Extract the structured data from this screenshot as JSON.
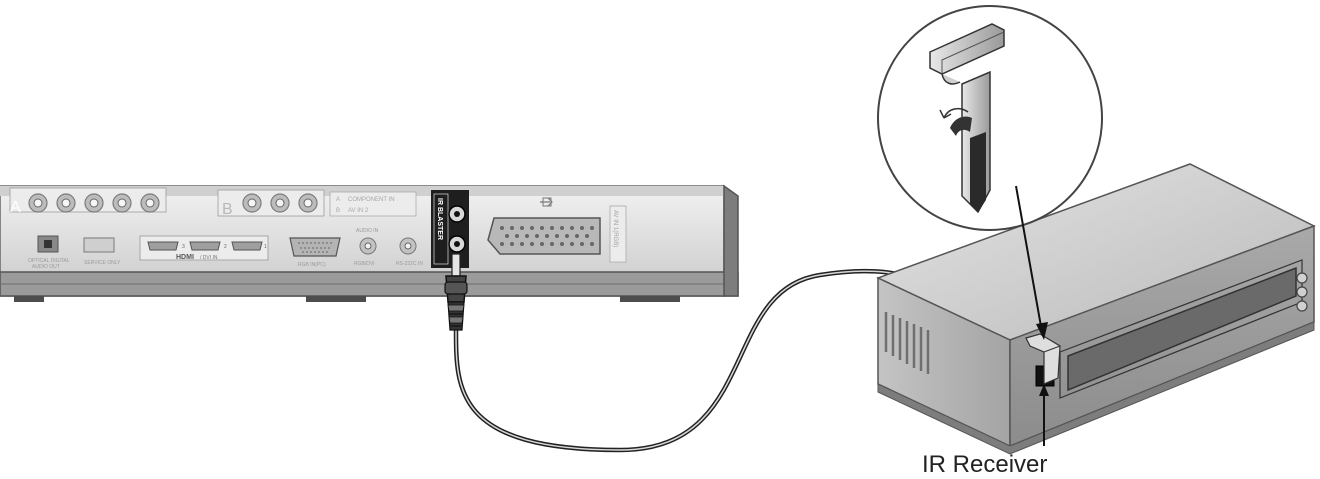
{
  "callout": {
    "label": "IR Receiver"
  },
  "tv_panel": {
    "section_a": "A",
    "section_b": "B",
    "component_a": "A",
    "component_b": "B",
    "component_in": "COMPONENT IN",
    "av_in_2": "AV IN 2",
    "ir_blaster": "IR BLASTER",
    "av_in_1": "AV IN 1(RGB)",
    "optical": "OPTICAL DIGITAL",
    "optical_sub": "AUDIO OUT",
    "service_only": "SERVICE ONLY",
    "hdmi_logo": "HDMI",
    "dvi_in": "/ DVI IN",
    "hdmi_1": "1",
    "hdmi_2": "2",
    "hdmi_3": "3",
    "rgb_pc": "RGB IN(PC)",
    "audio_in": "AUDIO IN",
    "audio_rgb": "RGB/DVI",
    "audio_hdmi": "RS-232C IN"
  },
  "colors": {
    "panel_dark": "#555555",
    "panel_mid": "#8a8a8a",
    "panel_light": "#dcdcdc",
    "label_text": "#222222"
  }
}
